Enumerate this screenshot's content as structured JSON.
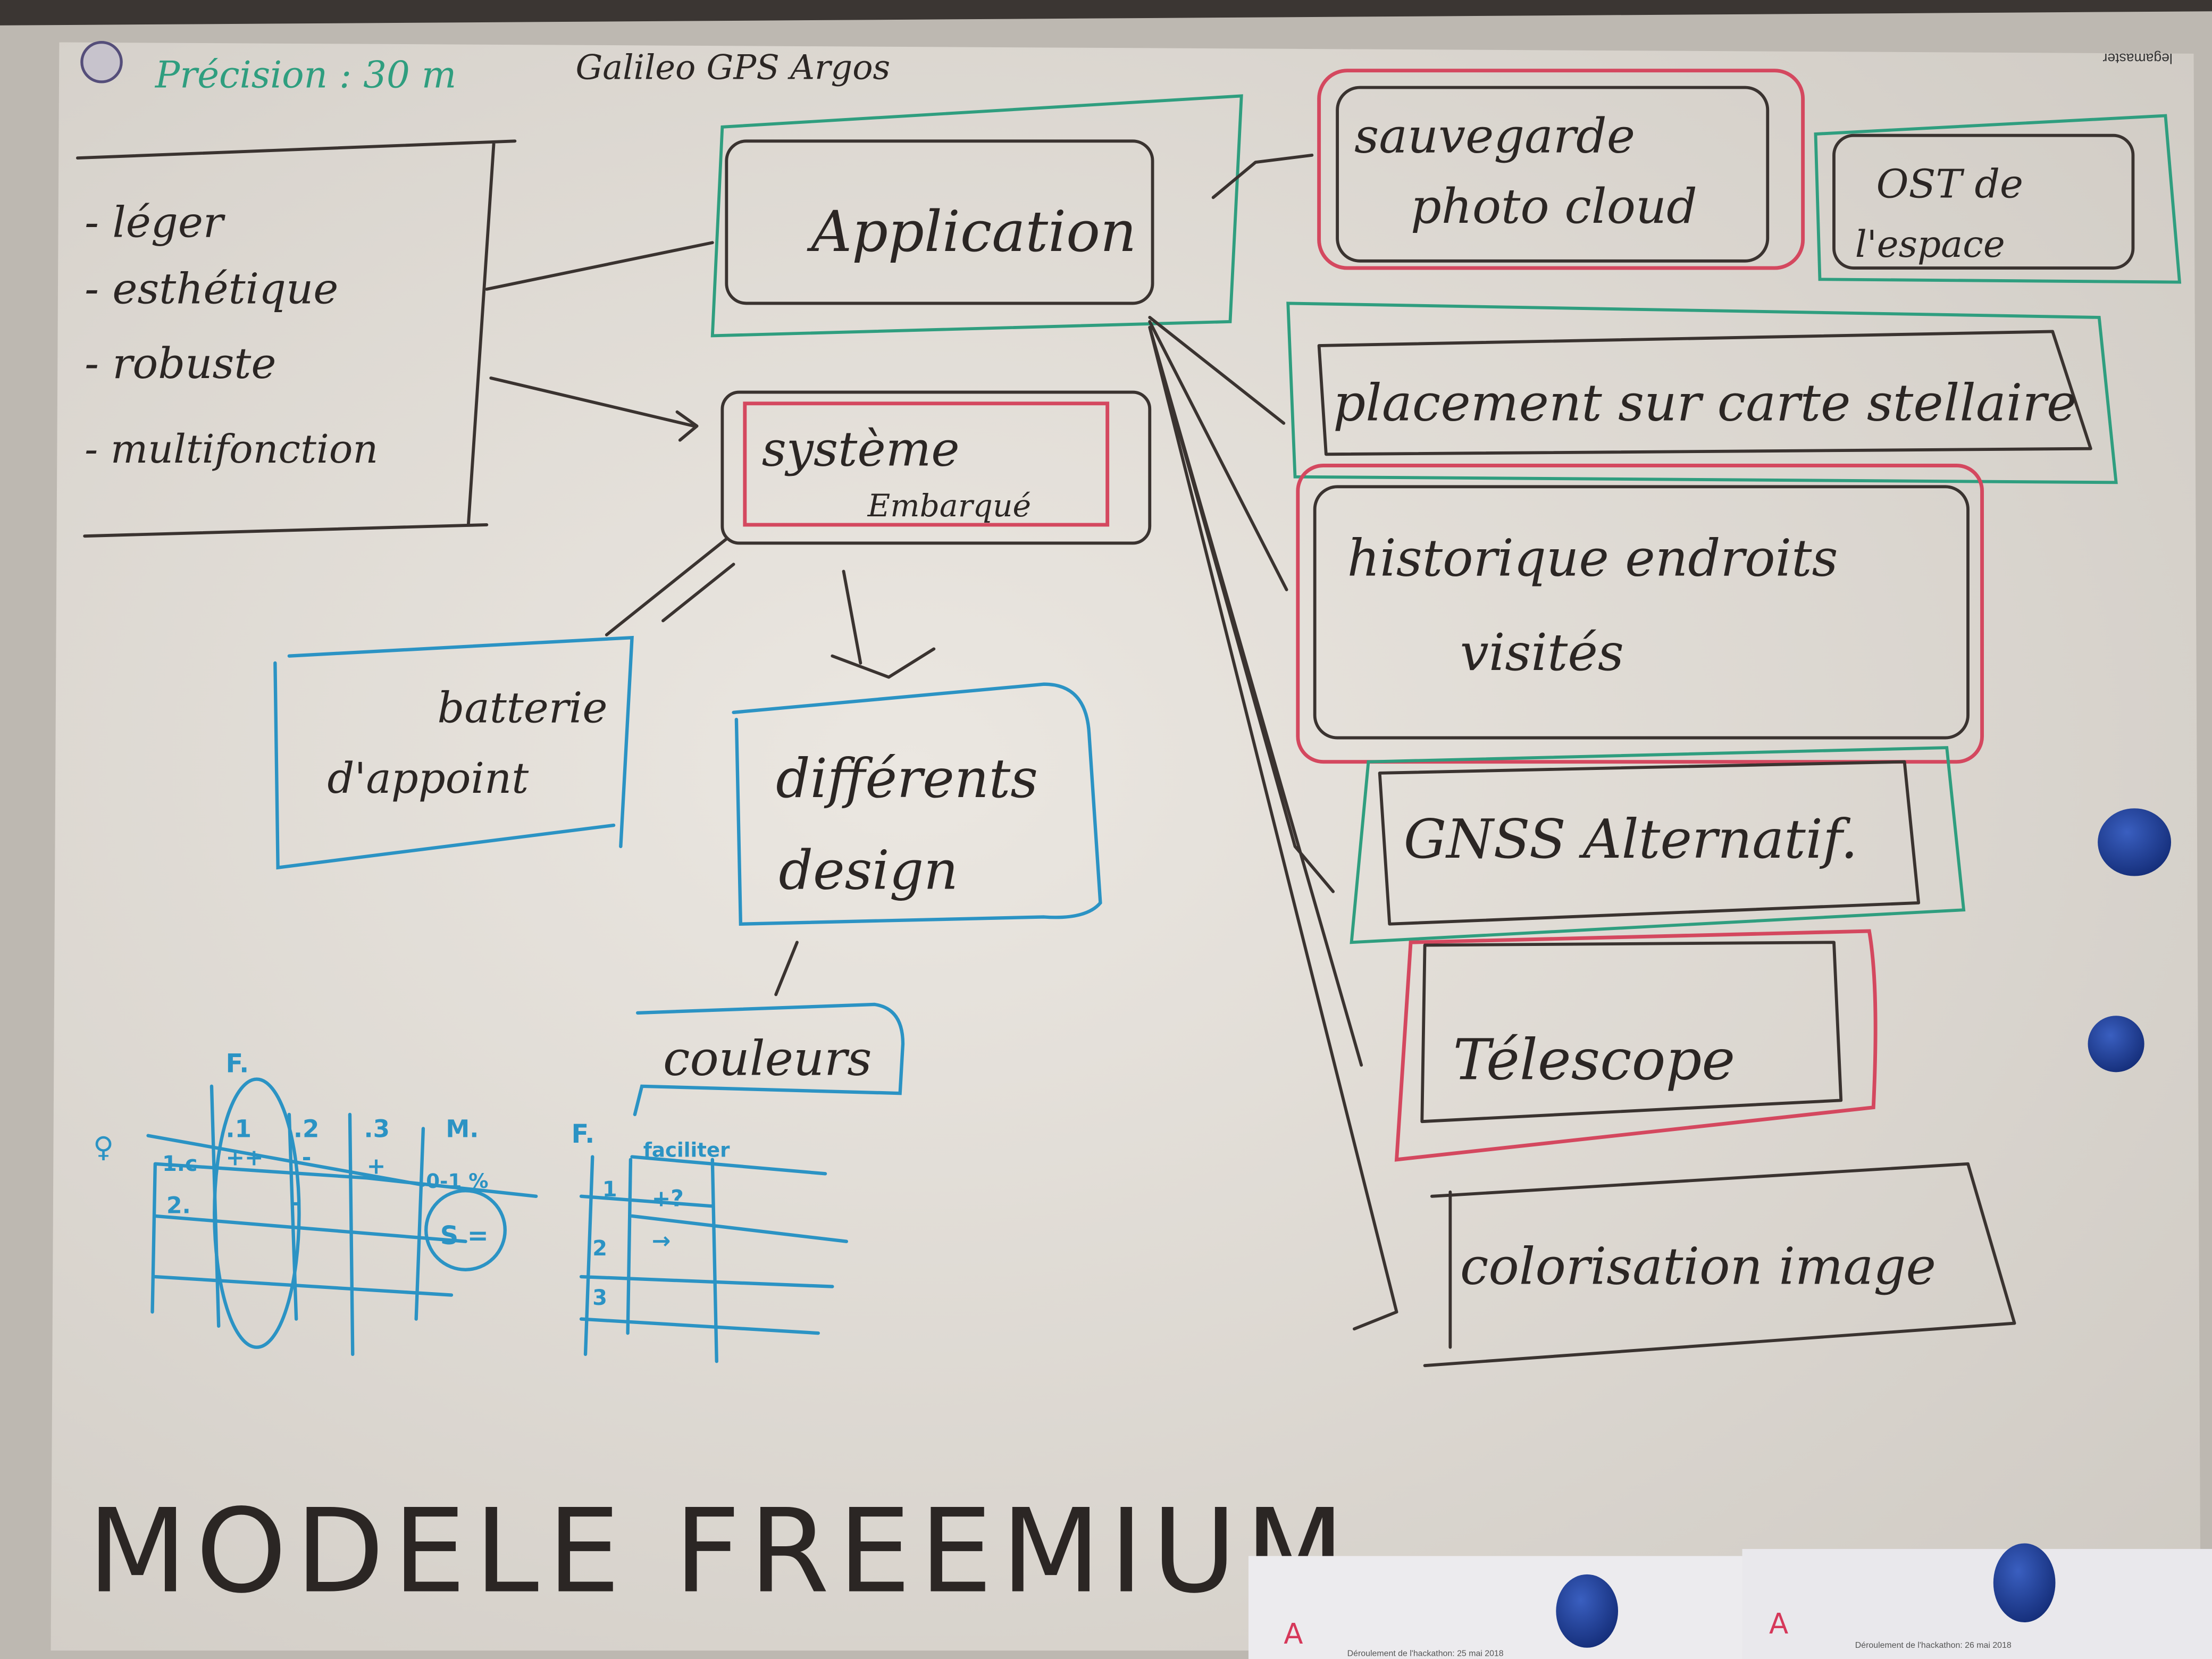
{
  "header": {
    "precision": "Précision : 30 m",
    "systems": "Galileo GPS Argos",
    "brand": "legamaster"
  },
  "criteria": [
    "- léger",
    "- esthétique",
    "- robuste",
    "- multifonction"
  ],
  "center": {
    "application": "Application",
    "systeme": "système",
    "embarque": "Embarqué",
    "batterie": "batterie",
    "appoint": "d'appoint",
    "differents": "différents",
    "design": "design",
    "couleurs": "couleurs"
  },
  "features": [
    {
      "line1": "sauvegarde",
      "line2": "photo cloud"
    },
    {
      "line1": "OST de",
      "line2": "l'espace"
    },
    {
      "line1": "placement sur carte stellaire",
      "line2": ""
    },
    {
      "line1": "historique endroits",
      "line2": "visités"
    },
    {
      "line1": "GNSS Alternatif.",
      "line2": ""
    },
    {
      "line1": "Télescope",
      "line2": ""
    },
    {
      "line1": "colorisation image",
      "line2": ""
    }
  ],
  "table1": {
    "title": "F.",
    "headers": [
      ".1",
      ".2",
      ".3",
      "M."
    ],
    "rows": [
      {
        "label": "1.c",
        "cells": [
          "++",
          "-",
          "+"
        ]
      },
      {
        "label": "2.",
        "cells": [
          "",
          "-",
          ""
        ]
      }
    ],
    "note": "0-1 %",
    "circle": "S ="
  },
  "table2": {
    "title": "F.",
    "header": "faciliter",
    "rows": [
      {
        "label": "1",
        "value": "+?"
      },
      {
        "label": "2",
        "value": "→"
      },
      {
        "label": "3",
        "value": ""
      }
    ]
  },
  "footer": "MODELE FREEMIUM.",
  "papers": [
    "Déroulement de l'hackathon: 25 mai 2018",
    "Déroulement de l'hackathon: 26 mai 2018"
  ],
  "colors": {
    "board": "#e4e0da",
    "black_marker": "#3a3330",
    "red_marker": "#d4485f",
    "green_marker": "#2f9e7f",
    "blue_marker": "#2b93c4",
    "magnet": "#1f3f9a"
  }
}
